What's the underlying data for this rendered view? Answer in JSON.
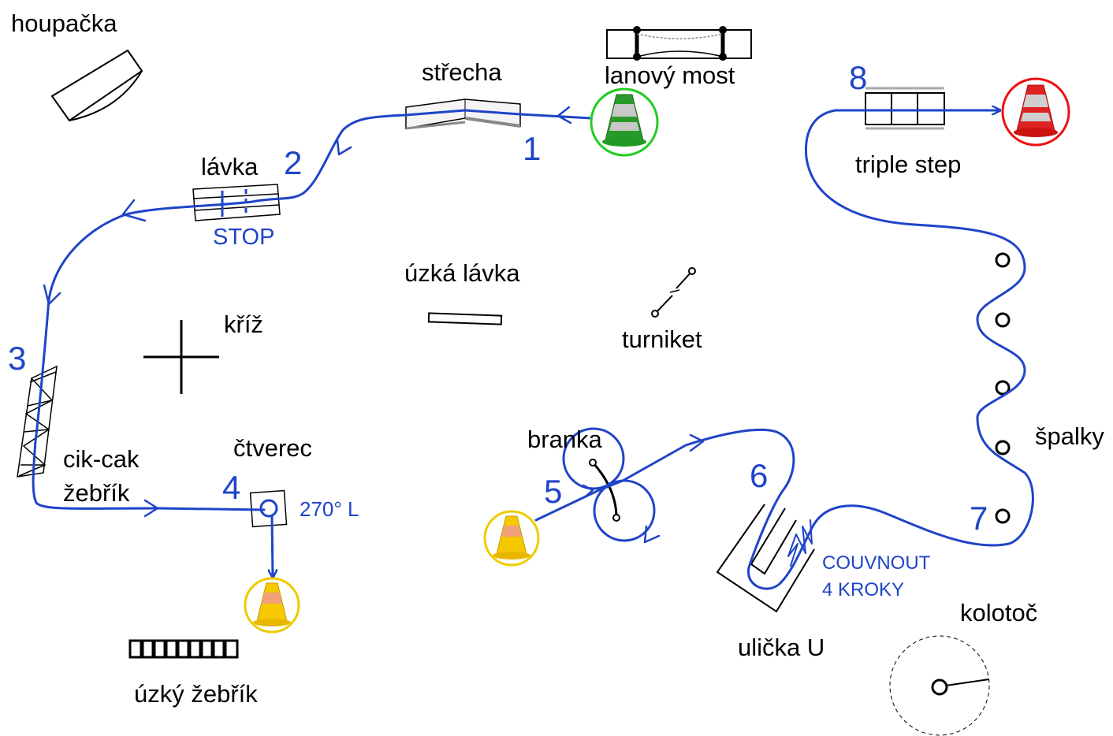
{
  "colors": {
    "route": "#1f44c8",
    "start_cone_ring": "#22cc22",
    "end_cone_ring": "#ee1111",
    "mid_cone_ring": "#eecc00",
    "obstacle_stroke": "#000000"
  },
  "obstacles": {
    "houpacka": "houpačka",
    "strecha": "střecha",
    "lanovy_most": "lanový most",
    "lavka": "lávka",
    "stop": "STOP",
    "uzka_lavka": "úzká lávka",
    "kriz": "kříž",
    "turniket": "turniket",
    "triple_step": "triple step",
    "cik_cak": "cik-cak",
    "zebrik": "žebřík",
    "ctverec": "čtverec",
    "turn_note": "270° L",
    "branka": "branka",
    "spalky": "špalky",
    "couvnout": "COUVNOUT",
    "kroky": "4 KROKY",
    "ulicka_u": "ulička U",
    "kolotoc": "kolotoč",
    "uzky_zebrik": "úzký žebřík"
  },
  "stations": [
    "1",
    "2",
    "3",
    "4",
    "5",
    "6",
    "7",
    "8"
  ],
  "icons": {
    "start_cone": "traffic-cone-green",
    "end_cone": "traffic-cone-red",
    "mid_cone": "traffic-cone-yellow"
  }
}
